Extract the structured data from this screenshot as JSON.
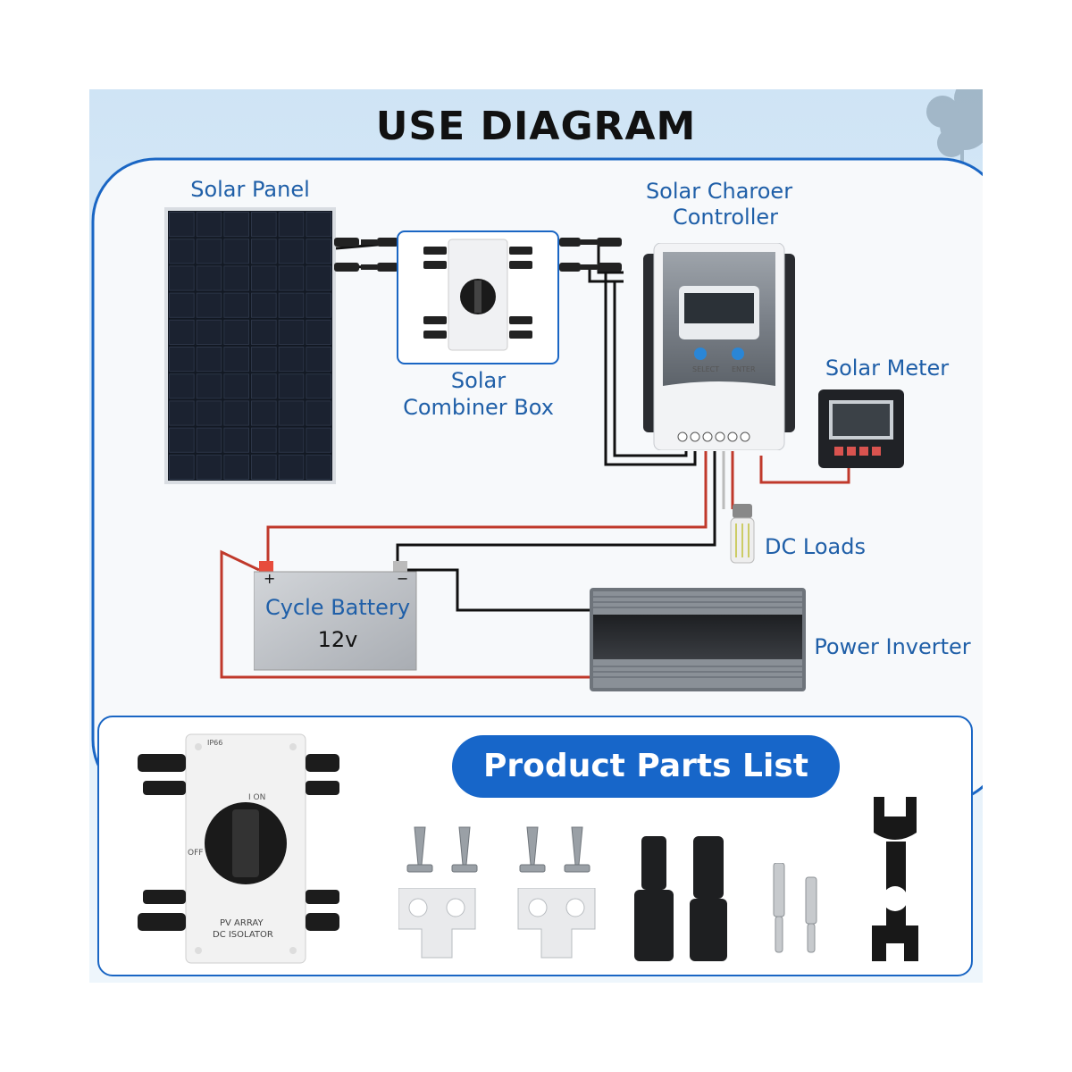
{
  "title": "USE DIAGRAM",
  "labels": {
    "solar_panel": "Solar Panel",
    "charge_controller_line1": "Solar Charoer",
    "charge_controller_line2": "Controller",
    "combiner_box_line1": "Solar",
    "combiner_box_line2": "Combiner Box",
    "solar_meter": "Solar Meter",
    "dc_loads": "DC Loads",
    "power_inverter": "Power Inverter"
  },
  "battery": {
    "name": "Cycle Battery",
    "voltage": "12v",
    "plus": "+",
    "minus": "−"
  },
  "controller_buttons": {
    "select": "SELECT",
    "enter": "ENTER"
  },
  "combiner_box_print": {
    "rating": "IP66",
    "on": "I ON",
    "off": "OFF",
    "line1": "PV ARRAY",
    "line2": "DC ISOLATOR"
  },
  "parts_list_title": "Product Parts List",
  "colors": {
    "heading_blue": "#1f5fa8",
    "pill_blue": "#1766c9",
    "wire_red": "#c0392b",
    "wire_black": "#111111",
    "panel_frame": "#d9dde2",
    "panel_cell": "#1b2230"
  }
}
